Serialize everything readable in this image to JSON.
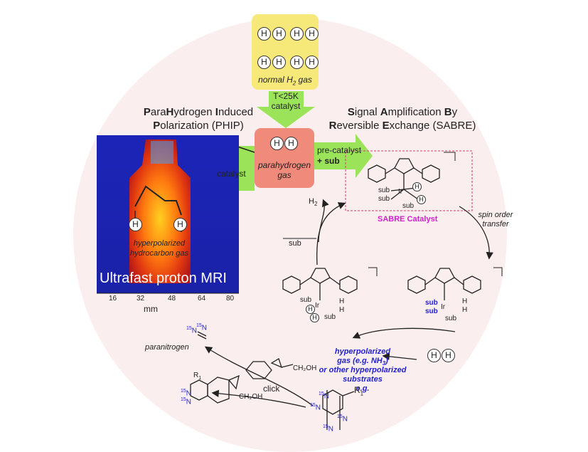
{
  "normal_box": {
    "label": "normal H",
    "label_sub": "2",
    "label_after": " gas"
  },
  "conversion": {
    "temp": "T<25K",
    "agent": "catalyst"
  },
  "para_box": {
    "line1": "parahydrogen",
    "line2": "gas"
  },
  "phip": {
    "l1_bold1": "P",
    "l1_rest1": "ara",
    "l1_bold2": "H",
    "l1_rest2": "ydrogen ",
    "l1_bold3": "I",
    "l1_rest3": "nduced",
    "l2_bold": "P",
    "l2_rest": "olarization (PHIP)"
  },
  "sabre": {
    "l1_b1": "S",
    "l1_r1": "ignal ",
    "l1_b2": "A",
    "l1_r2": "mplification ",
    "l1_b3": "B",
    "l1_r3": "y",
    "l2_b1": "R",
    "l2_r1": "eversible ",
    "l2_b2": "E",
    "l2_r2": "xchange (SABRE)"
  },
  "arrows": {
    "phip_catalyst": "catalyst",
    "pre_catalyst": "pre-catalyst",
    "plus_sub": "+ sub"
  },
  "mri": {
    "title": "Ultrafast proton MRI",
    "annotation_l1": "hyperpolarized",
    "annotation_l2": "hydrocarbon gas",
    "ticks": [
      "16",
      "32",
      "48",
      "64",
      "80"
    ],
    "unit": "mm"
  },
  "sabre_cycle": {
    "catalyst_label": "SABRE Catalyst",
    "spin_order_l1": "spin order",
    "spin_order_l2": "transfer",
    "h2": "H",
    "h2_sub": "2",
    "sub_left": "sub",
    "ir": "Ir",
    "sub": "sub",
    "H": "H",
    "hyper_l1": "hyperpolarized",
    "hyper_l2": "gas (e.g. NH",
    "hyper_l2_sub": "3",
    "hyper_l2_end": ")",
    "hyper_l3": "or other hyperpolarized",
    "hyper_l4": "substrates",
    "hyper_l5": "e.g."
  },
  "chemistry": {
    "paranitrogen": "paranitrogen",
    "click": "click",
    "ch2oh": "CH₂OH",
    "r1": "R",
    "r1_sub": "1",
    "n15": "15",
    "N": "N"
  },
  "colors": {
    "normal_box": "#f7e87a",
    "para_box": "#f08a7a",
    "arrow_green": "#9be45a",
    "halo": "#fbeeee",
    "sabre_label": "#d020d0",
    "sub_blue": "#1f1fd0"
  }
}
